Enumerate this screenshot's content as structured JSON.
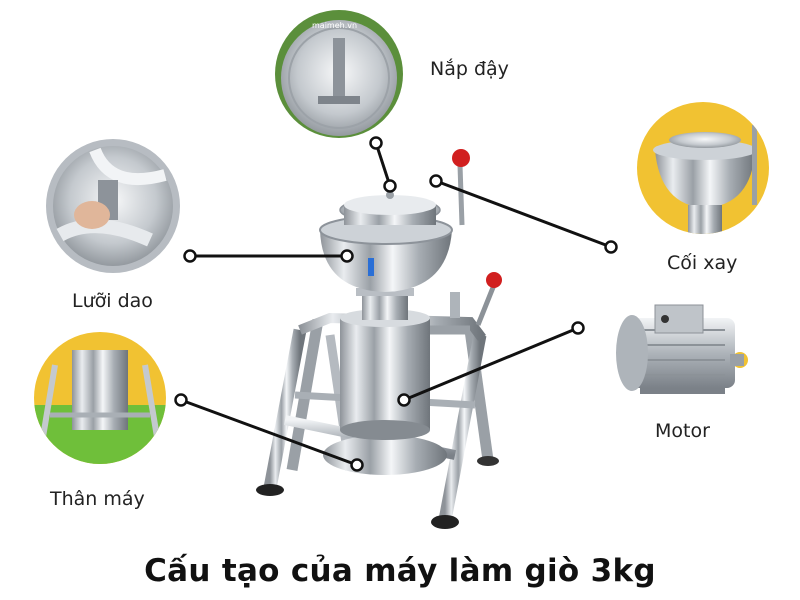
{
  "title": "Cấu tạo của máy làm giò 3kg",
  "parts": {
    "lid": {
      "label": "Nắp đậy",
      "icon": "lid-photo"
    },
    "blade": {
      "label": "Lưỡi dao",
      "icon": "blade-photo"
    },
    "grinder_bowl": {
      "label": "Cối xay",
      "icon": "bowl-photo"
    },
    "motor": {
      "label": "Motor",
      "icon": "motor-photo"
    },
    "body": {
      "label": "Thân máy",
      "icon": "body-photo"
    }
  },
  "watermark": "maimeh.vn",
  "colors": {
    "accent_yellow": "#f1c232",
    "lawn_green": "#6fbf3a",
    "steel": "#c8ccd0",
    "knob_red": "#d11f1f",
    "leader_line": "#111111"
  }
}
